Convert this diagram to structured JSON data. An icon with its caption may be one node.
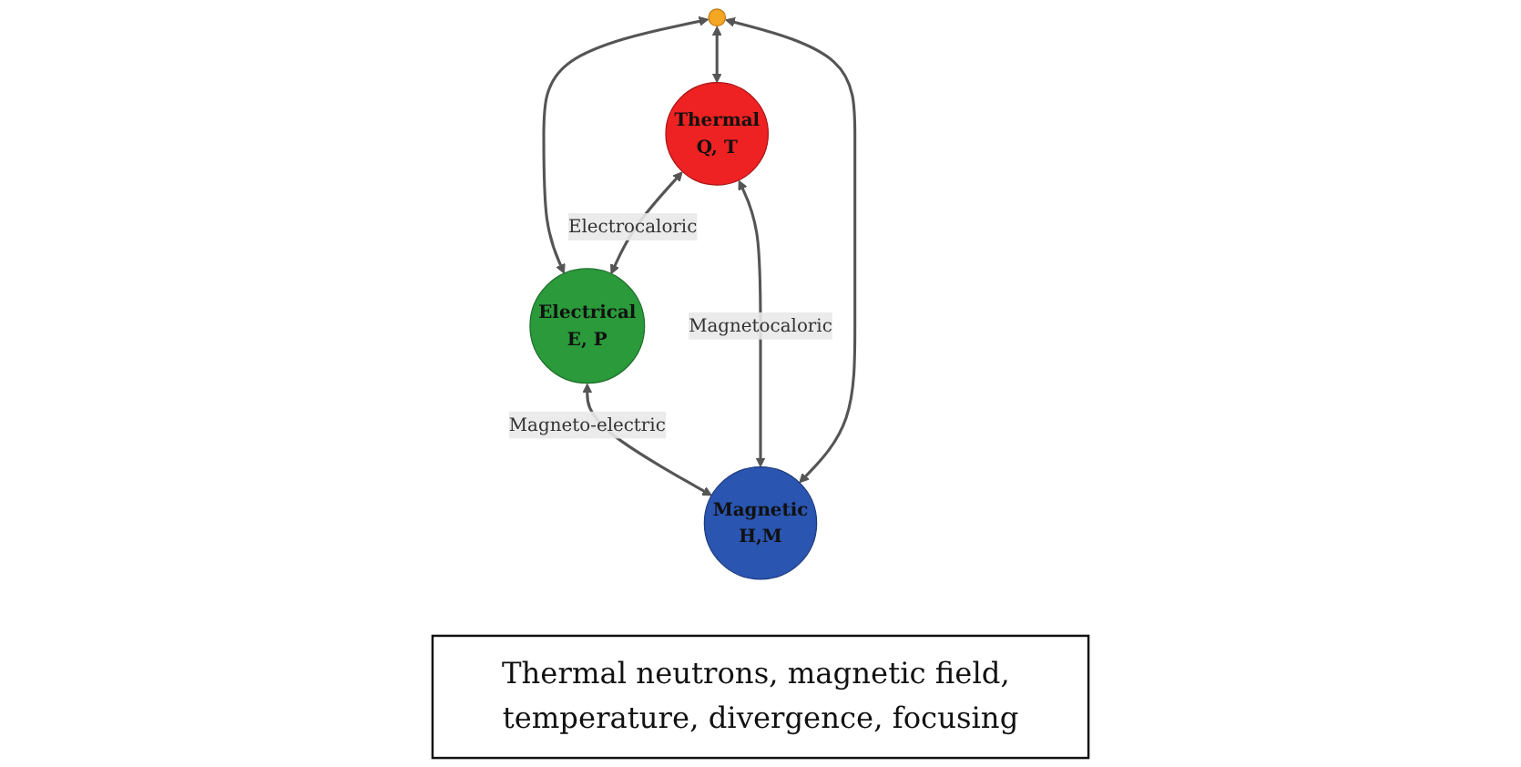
{
  "diagram": {
    "nodes": [
      {
        "text": [
          "Thermal neutrons, magnetic field, temperature, divergence, focusing"
        ]
      },
      {
        "text": [],
        "shape": "circle"
      },
      {
        "text": [
          "Thermal",
          "Q, T"
        ]
      },
      {
        "text": [
          "Electrical",
          "E, P"
        ]
      },
      {
        "text": [
          "Magnetic",
          "H,M"
        ]
      }
    ],
    "edges": [
      {
        "from": 1,
        "to": 3,
        "arrow": "both"
      },
      {
        "from": 1,
        "to": 2,
        "arrow": "both"
      },
      {
        "from": 1,
        "to": 4,
        "arrow": "both"
      },
      {
        "from": 2,
        "to": 3,
        "label": "Electrocaloric",
        "arrow": "both"
      },
      {
        "from": 2,
        "to": 4,
        "label": "Magnetocaloric",
        "arrow": "both"
      },
      {
        "from": 3,
        "to": 4,
        "label": "Magneto-electric",
        "arrow": "both"
      }
    ]
  }
}
